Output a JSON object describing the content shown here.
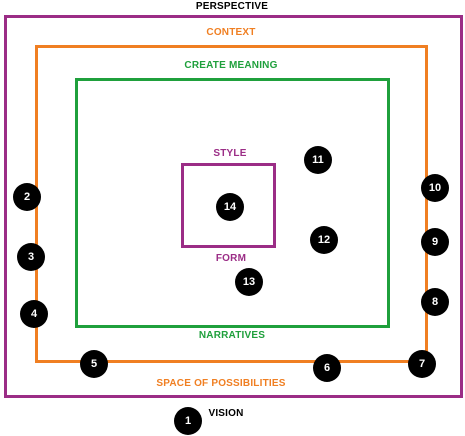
{
  "colors": {
    "perspective": "#9b2d86",
    "context": "#f07f22",
    "create_meaning": "#1fa03c",
    "style": "#9b2d86",
    "badge_fill": "#000000",
    "badge_text": "#ffffff"
  },
  "labels": {
    "perspective": "PERSPECTIVE",
    "context": "CONTEXT",
    "create_meaning": "CREATE MEANING",
    "style": "STYLE",
    "form": "FORM",
    "narratives": "NARRATIVES",
    "space_of_possibilities": "SPACE OF POSSIBILITIES",
    "vision": "VISION"
  },
  "badges": {
    "b1": "1",
    "b2": "2",
    "b3": "3",
    "b4": "4",
    "b5": "5",
    "b6": "6",
    "b7": "7",
    "b8": "8",
    "b9": "9",
    "b10": "10",
    "b11": "11",
    "b12": "12",
    "b13": "13",
    "b14": "14"
  }
}
